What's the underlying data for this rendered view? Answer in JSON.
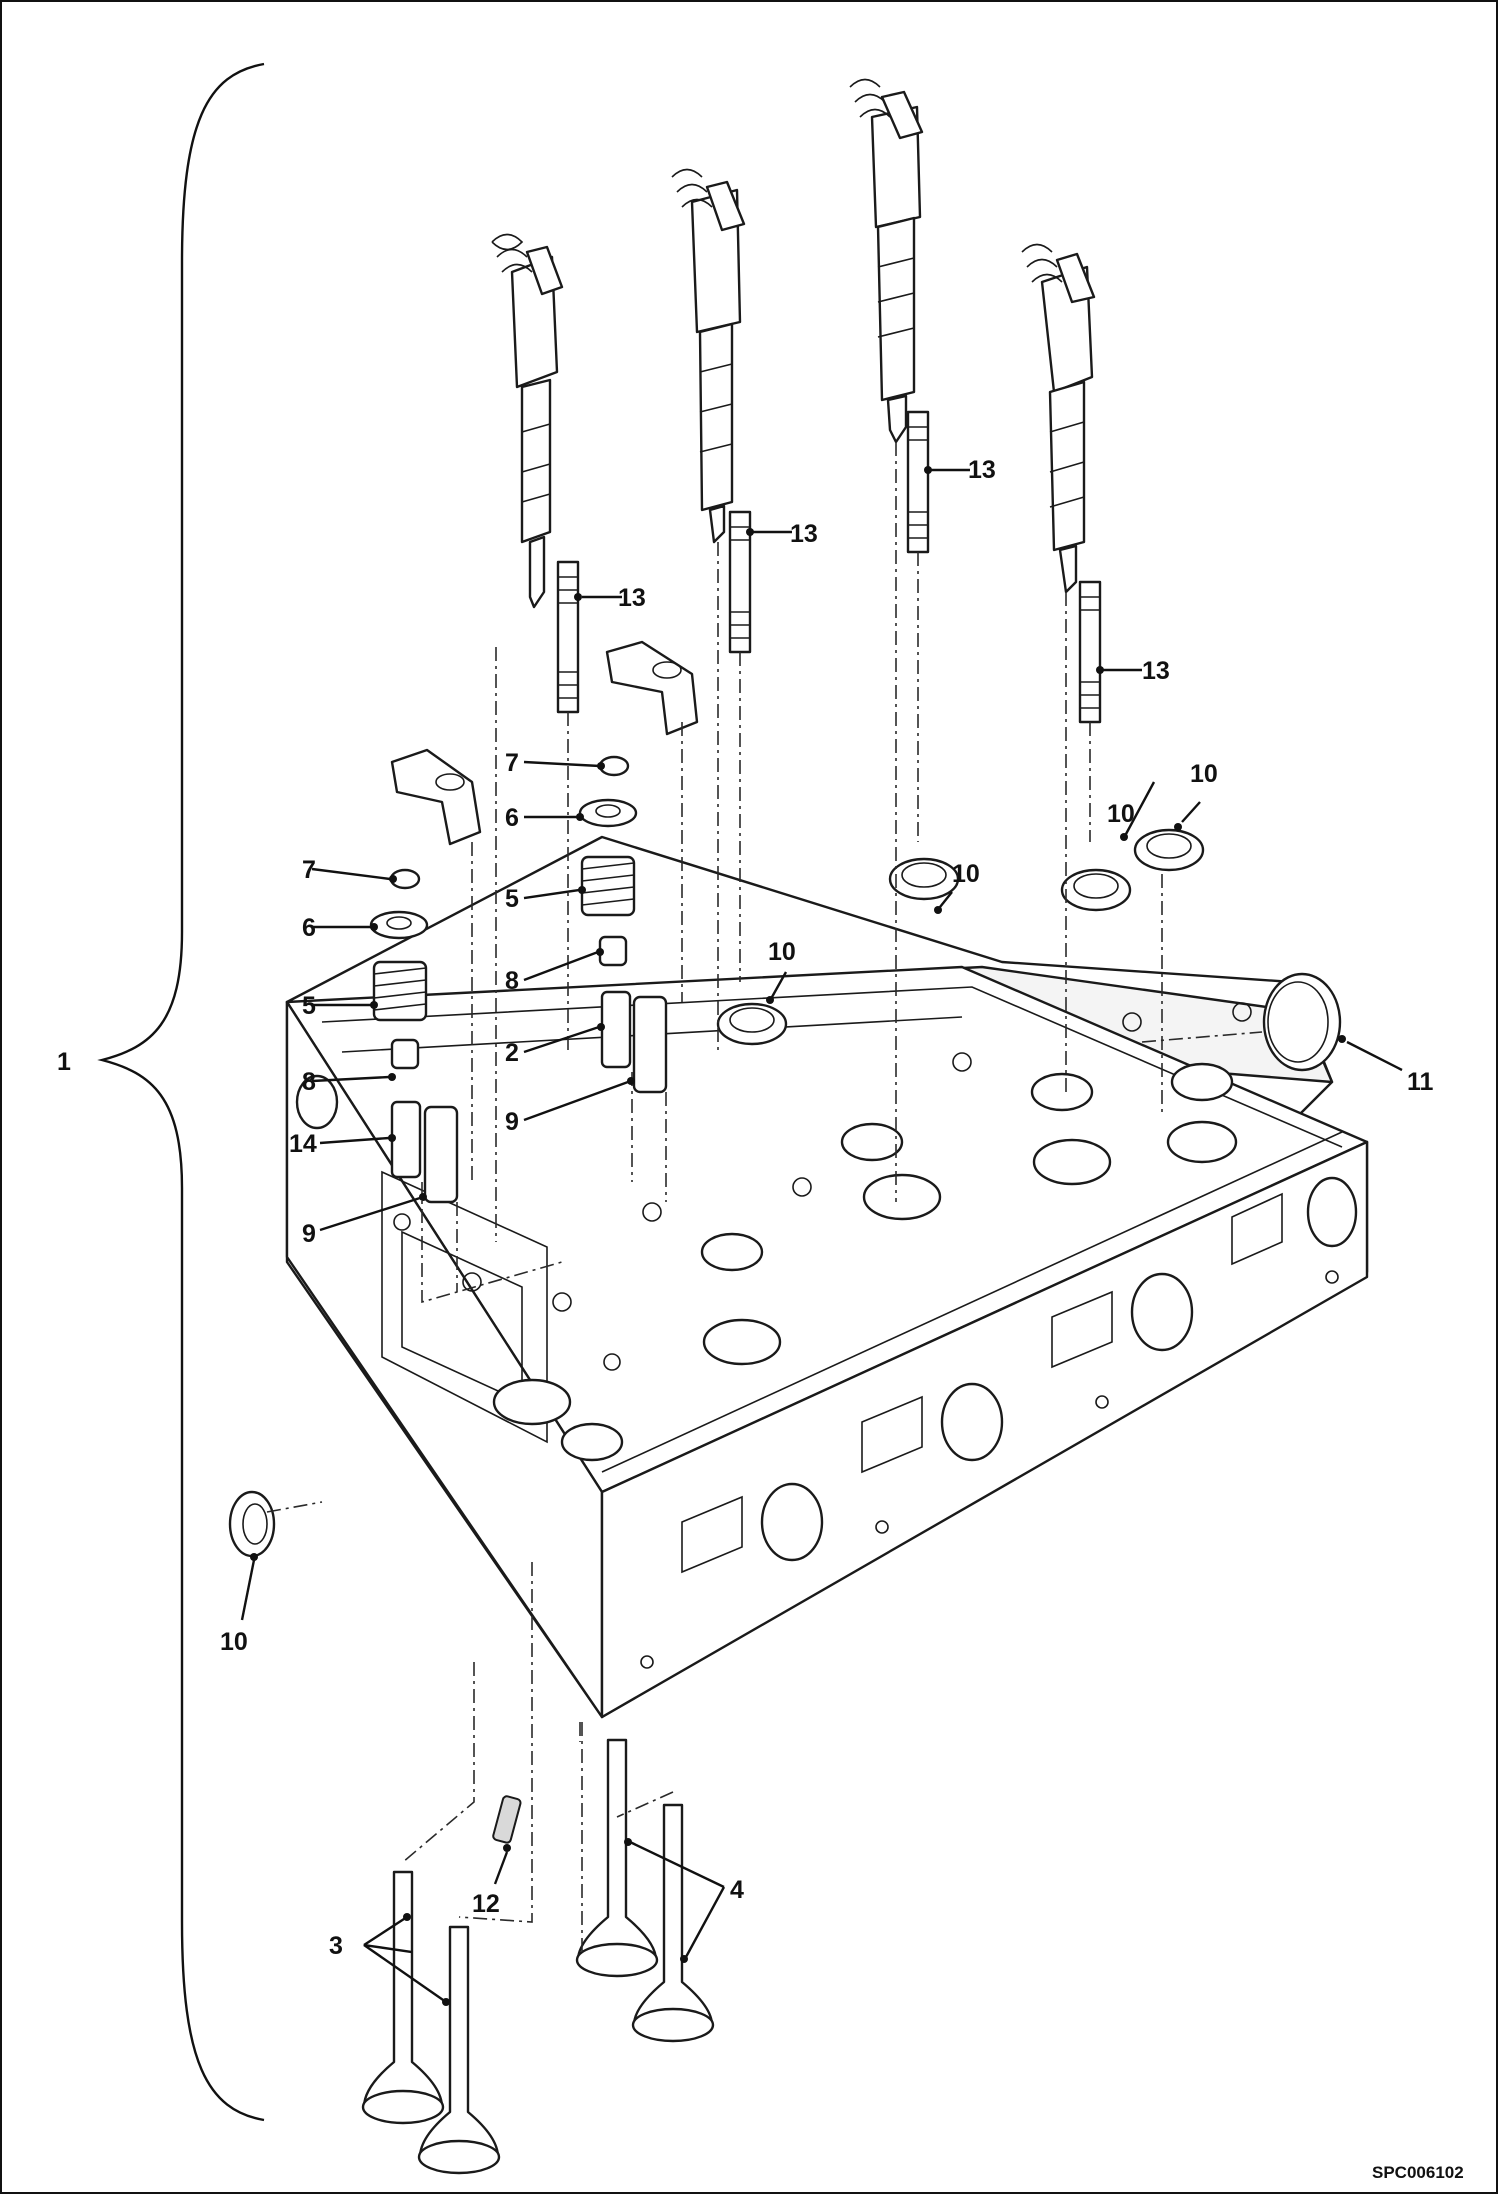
{
  "callouts": {
    "c1": "1",
    "c2": "2",
    "c3": "3",
    "c4": "4",
    "c5": "5",
    "c6": "6",
    "c7": "7",
    "c8": "8",
    "c9": "9",
    "c10": "10",
    "c11": "11",
    "c12": "12",
    "c13": "13",
    "c14": "14"
  },
  "drawing_code": "SPC006102"
}
